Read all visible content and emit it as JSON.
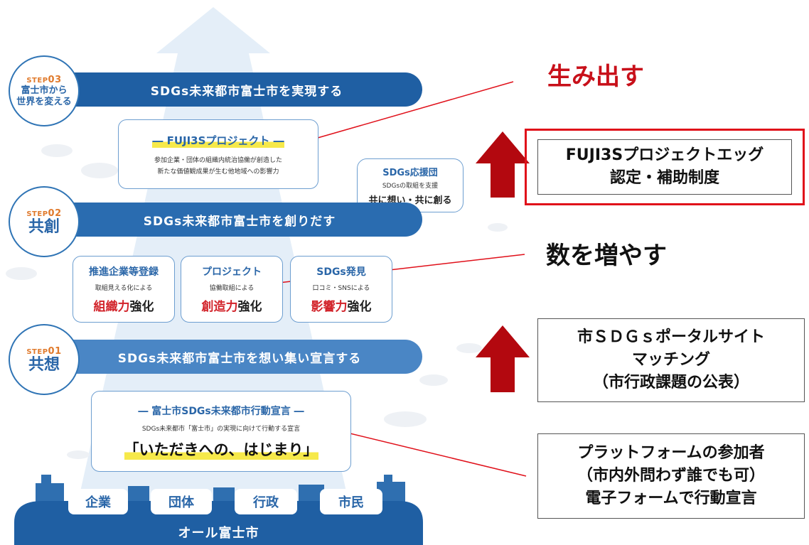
{
  "step3": {
    "tag_prefix": "STEP",
    "tag_num": "03",
    "title_line1": "富士市から",
    "title_line2": "世界を変える"
  },
  "step2": {
    "tag_prefix": "STEP",
    "tag_num": "02",
    "title": "共創"
  },
  "step1": {
    "tag_prefix": "STEP",
    "tag_num": "01",
    "title": "共想"
  },
  "bars": {
    "top": "SDGs未来都市富士市を実現する",
    "middle": "SDGs未来都市富士市を創りだす",
    "bottom": "SDGs未来都市富士市を想い集い宣言する",
    "base": "オール富士市"
  },
  "fuji_card": {
    "title": "― FUJI3Sプロジェクト ―",
    "desc1": "参加企業・団体の組織内統治協働が創造した",
    "desc2": "新たな価値観成果が生む他地域への影響力"
  },
  "bubble": {
    "title": "SDGs応援団",
    "desc": "SDGsの取組を支援",
    "tagline": "共に想い・共に創る"
  },
  "cards": [
    {
      "title": "推進企業等登録",
      "desc": "取組見える化による",
      "effect_red": "組織力",
      "effect_black": "強化"
    },
    {
      "title": "プロジェクト",
      "desc": "協働取組による",
      "effect_red": "創造力",
      "effect_black": "強化"
    },
    {
      "title": "SDGs発見",
      "desc": "口コミ・SNSによる",
      "effect_red": "影響力",
      "effect_black": "強化"
    }
  ],
  "declare_card": {
    "title": "― 富士市SDGs未来都市行動宣言 ―",
    "desc": "SDGs未来都市「富士市」の実現に向けて行動する宣言",
    "slogan": "「いただきへの、はじまり」"
  },
  "base_chips": [
    "企業",
    "団体",
    "行政",
    "市民"
  ],
  "right": {
    "create": "生み出す",
    "increase": "数を増やす",
    "box1": {
      "line1": "FUJI3Sプロジェクトエッグ",
      "line2": "認定・補助制度"
    },
    "box2": {
      "line1": "市ＳＤＧｓポータルサイト",
      "line2": "マッチング",
      "line3": "（市行政課題の公表）"
    },
    "box3": {
      "line1": "プラットフォームの参加者",
      "line2": "（市内外問わず誰でも可）",
      "line3": "電子フォームで行動宣言"
    }
  },
  "colors": {
    "blue_dark": "#1f5fa3",
    "blue_mid": "#4a86c5",
    "red": "#c8101a",
    "arrow_red": "#b3080f"
  }
}
